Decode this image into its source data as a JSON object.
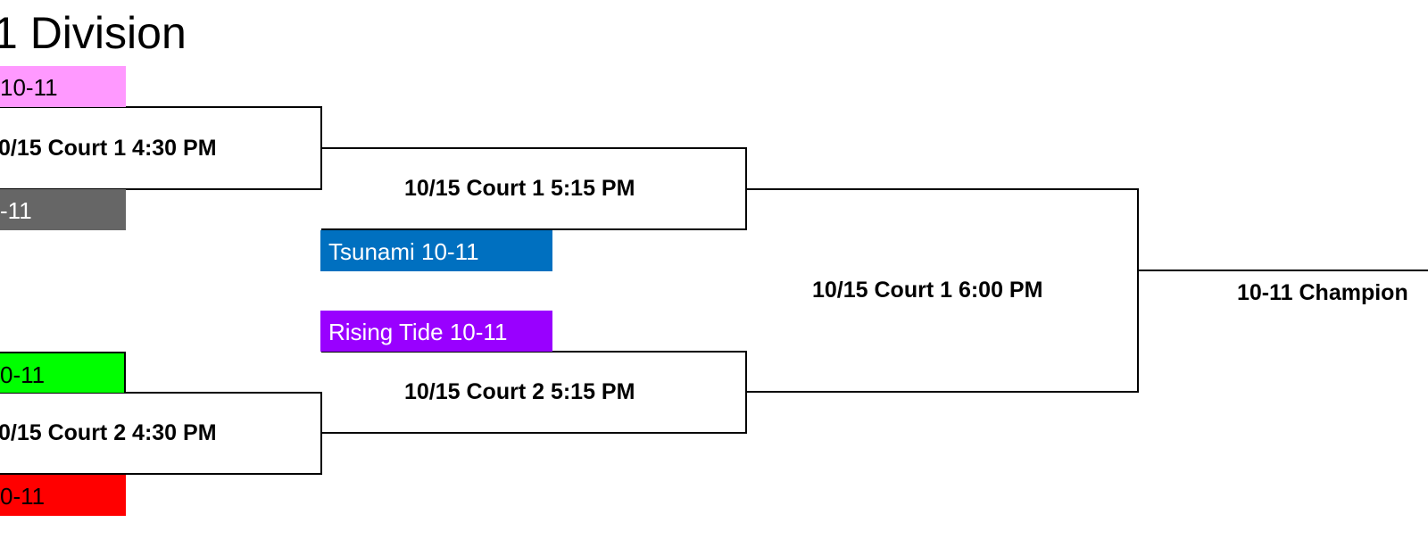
{
  "title": "1 Division",
  "round1": {
    "game1": {
      "label": "0/15 Court 1 4:30 PM",
      "top_team": {
        "name": "10-11",
        "color": "#ff99ff",
        "text_color": "#000000"
      },
      "bottom_team": {
        "name": "-11",
        "color": "#666666",
        "text_color": "#ffffff"
      }
    },
    "game2": {
      "label": "0/15 Court 2 4:30 PM",
      "top_team": {
        "name": "0-11",
        "color": "#00ff00",
        "text_color": "#000000"
      },
      "bottom_team": {
        "name": "0-11",
        "color": "#ff0000",
        "text_color": "#000000"
      }
    }
  },
  "round2": {
    "game1": {
      "label": "10/15 Court 1 5:15 PM",
      "team": {
        "name": "Tsunami 10-11",
        "color": "#0070c0",
        "text_color": "#ffffff"
      }
    },
    "game2": {
      "label": "10/15 Court 2 5:15 PM",
      "team": {
        "name": "Rising Tide 10-11",
        "color": "#9900ff",
        "text_color": "#ffffff"
      }
    }
  },
  "final": {
    "label": "10/15 Court 1 6:00 PM"
  },
  "champion": {
    "label": "10-11 Champion"
  }
}
